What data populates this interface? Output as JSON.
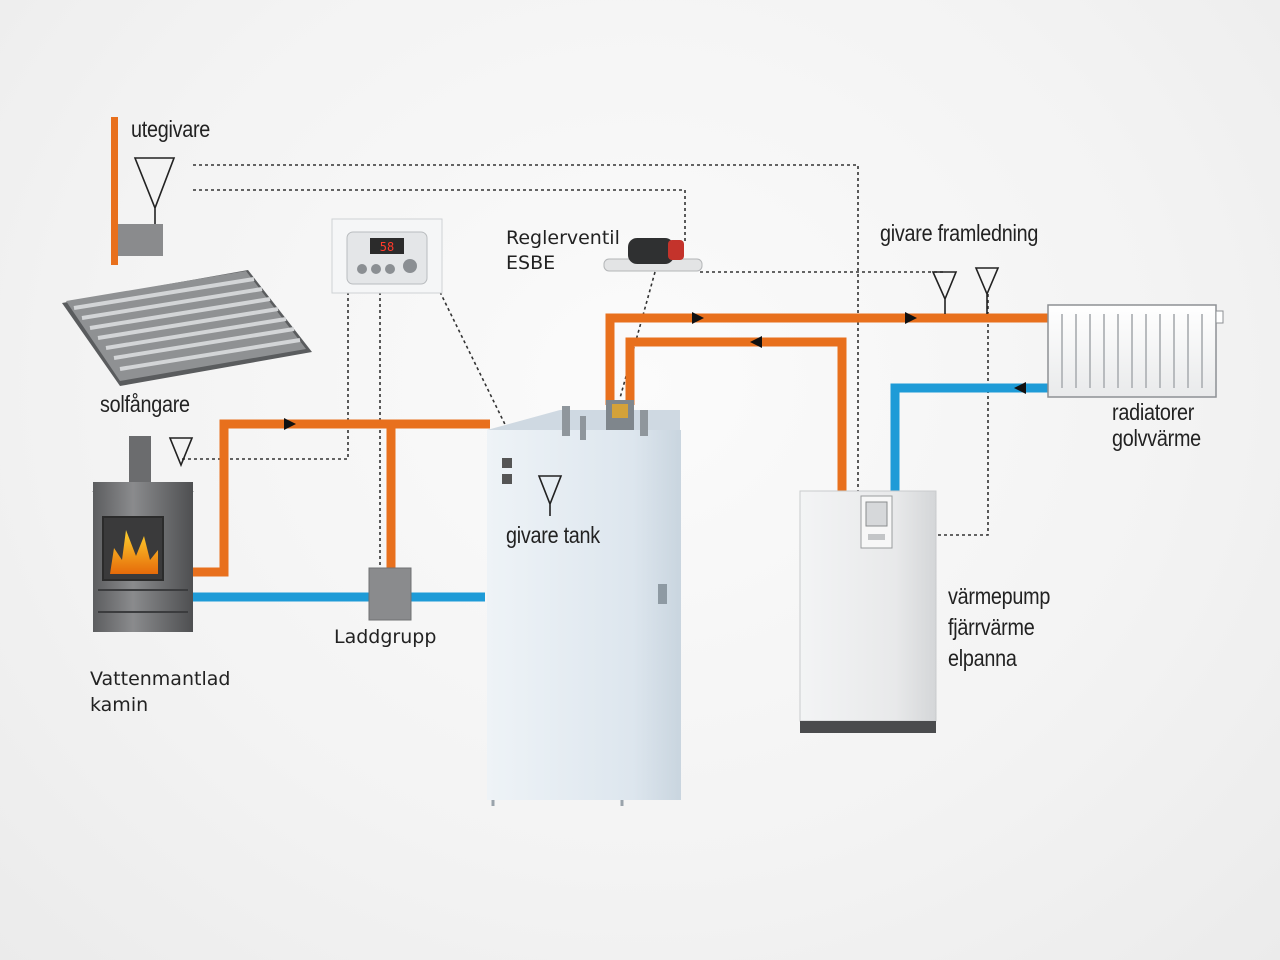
{
  "labels": {
    "utegivare": "utegivare",
    "solfangare": "solfångare",
    "reglerventil_line1": "Reglerventil",
    "reglerventil_line2": "ESBE",
    "givare_framledning": "givare framledning",
    "radiatorer_line1": "radiatorer",
    "radiatorer_line2": "golvvärme",
    "givare_tank": "givare tank",
    "laddgrupp": "Laddgrupp",
    "kamin_line1": "Vattenmantlad",
    "kamin_line2": "kamin",
    "varmekalla_line1": "värmepump",
    "varmekalla_line2": "fjärrvärme",
    "varmekalla_line3": "elpanna"
  },
  "controller": {
    "display": "58"
  },
  "colors": {
    "hot_pipe": "#e8701d",
    "cold_pipe": "#1e9bd7",
    "signal_line": "#333333",
    "tank": "#dfe8ef",
    "boiler": "#e6e8ea",
    "stove": "#6e6f71"
  }
}
